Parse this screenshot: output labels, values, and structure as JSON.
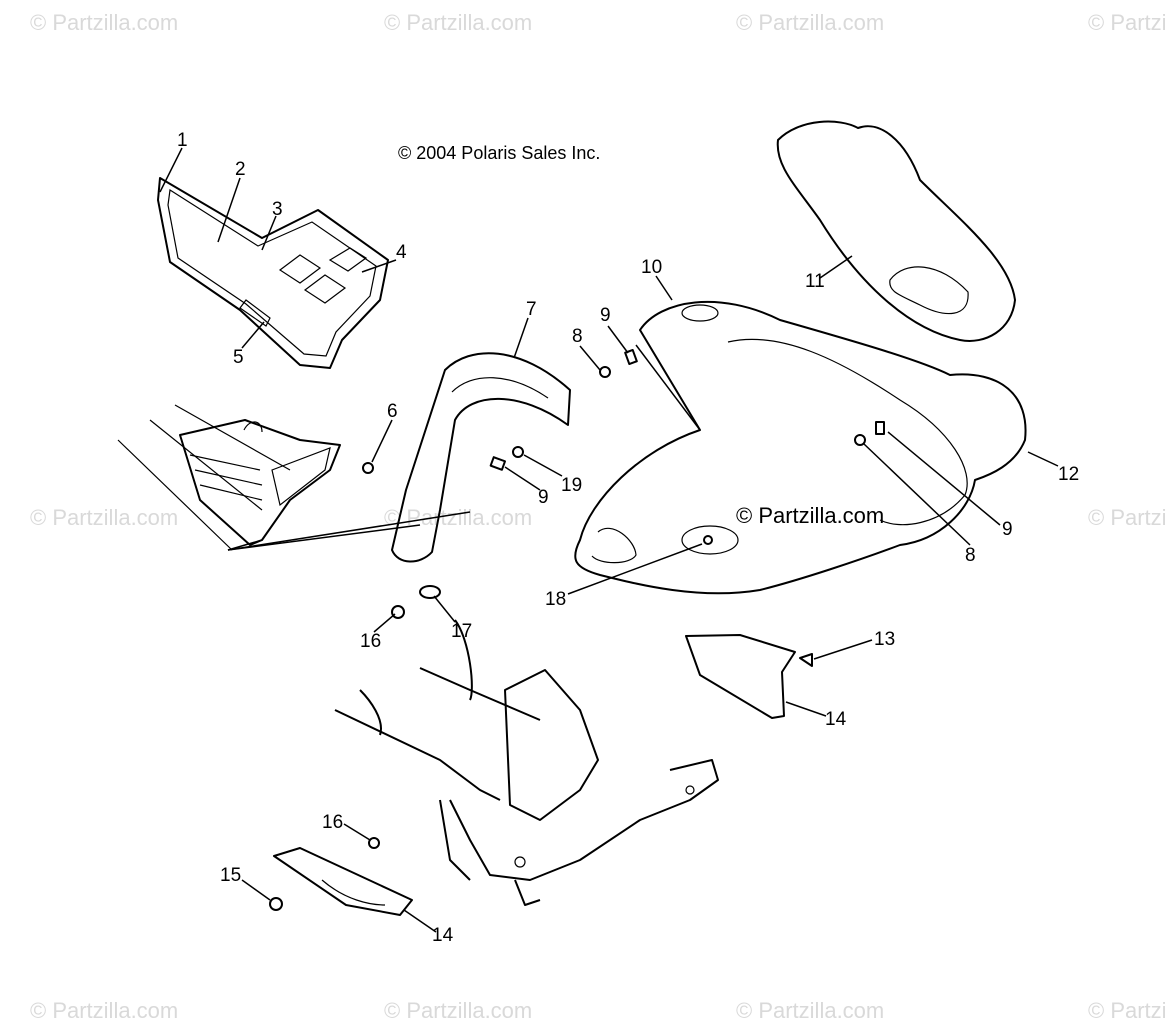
{
  "watermark_text": "© Partzilla.com",
  "copyright": "© 2004 Polaris Sales Inc.",
  "center_watermark": "© Partzilla.com",
  "callouts": [
    "1",
    "2",
    "3",
    "4",
    "5",
    "6",
    "7",
    "8",
    "9",
    "10",
    "11",
    "12",
    "9",
    "8",
    "19",
    "9",
    "18",
    "16",
    "17",
    "13",
    "14",
    "16",
    "15",
    "14"
  ]
}
